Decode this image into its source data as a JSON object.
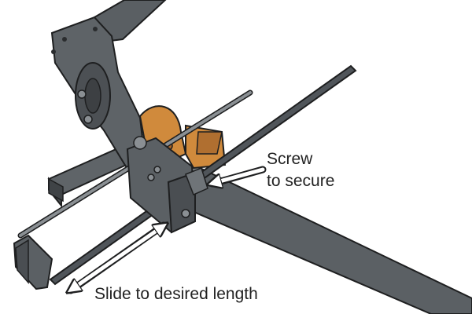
{
  "annotations": {
    "screw_line1": "Screw",
    "screw_line2": "to secure",
    "slide": "Slide to desired length"
  },
  "colors": {
    "metal_dark": "#555a5d",
    "metal_mid": "#6b7074",
    "metal_light": "#878c90",
    "outline": "#1e1f20",
    "copper": "#d08a3c",
    "copper_dark": "#a8652a",
    "text": "#222222",
    "arrow_fill": "#ffffff"
  },
  "icons": {
    "screw_arrow": "arrow-left-icon",
    "slide_arrow": "double-arrow-icon"
  }
}
